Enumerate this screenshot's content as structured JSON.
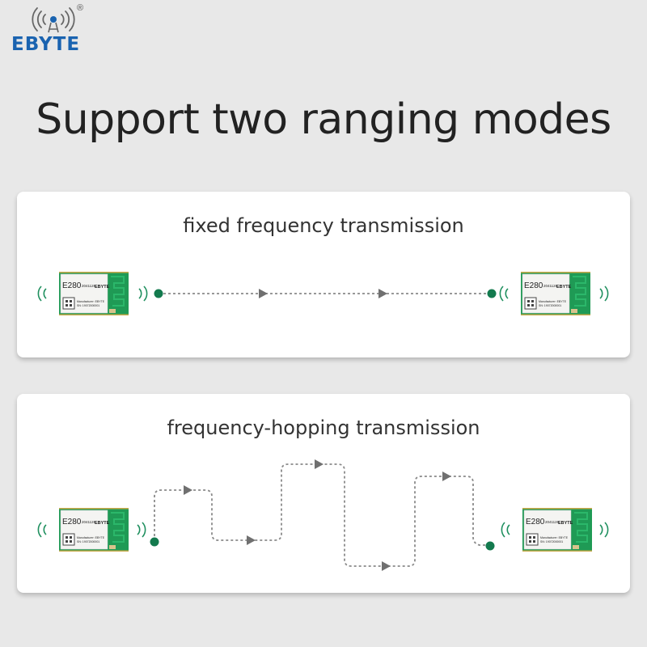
{
  "brand": {
    "name": "EBYTE",
    "registered": "®",
    "color": "#1a63b0"
  },
  "headline": "Support two ranging modes",
  "modes": [
    {
      "title": "fixed frequency transmission"
    },
    {
      "title": "frequency-hopping transmission"
    }
  ],
  "module": {
    "model": "E280",
    "code": "2041126",
    "brand": "EBYTE",
    "line1": "Manufacturer: EBYTE",
    "line2": "SN: 19072000001",
    "pcb_color": "#1f9a55"
  },
  "colors": {
    "node": "#137a4e",
    "path": "#8a8a8a",
    "arrow": "#707070"
  },
  "icons": [
    "antenna-tower-icon",
    "signal-waves-icon",
    "arrow-icon",
    "node-dot-icon"
  ]
}
